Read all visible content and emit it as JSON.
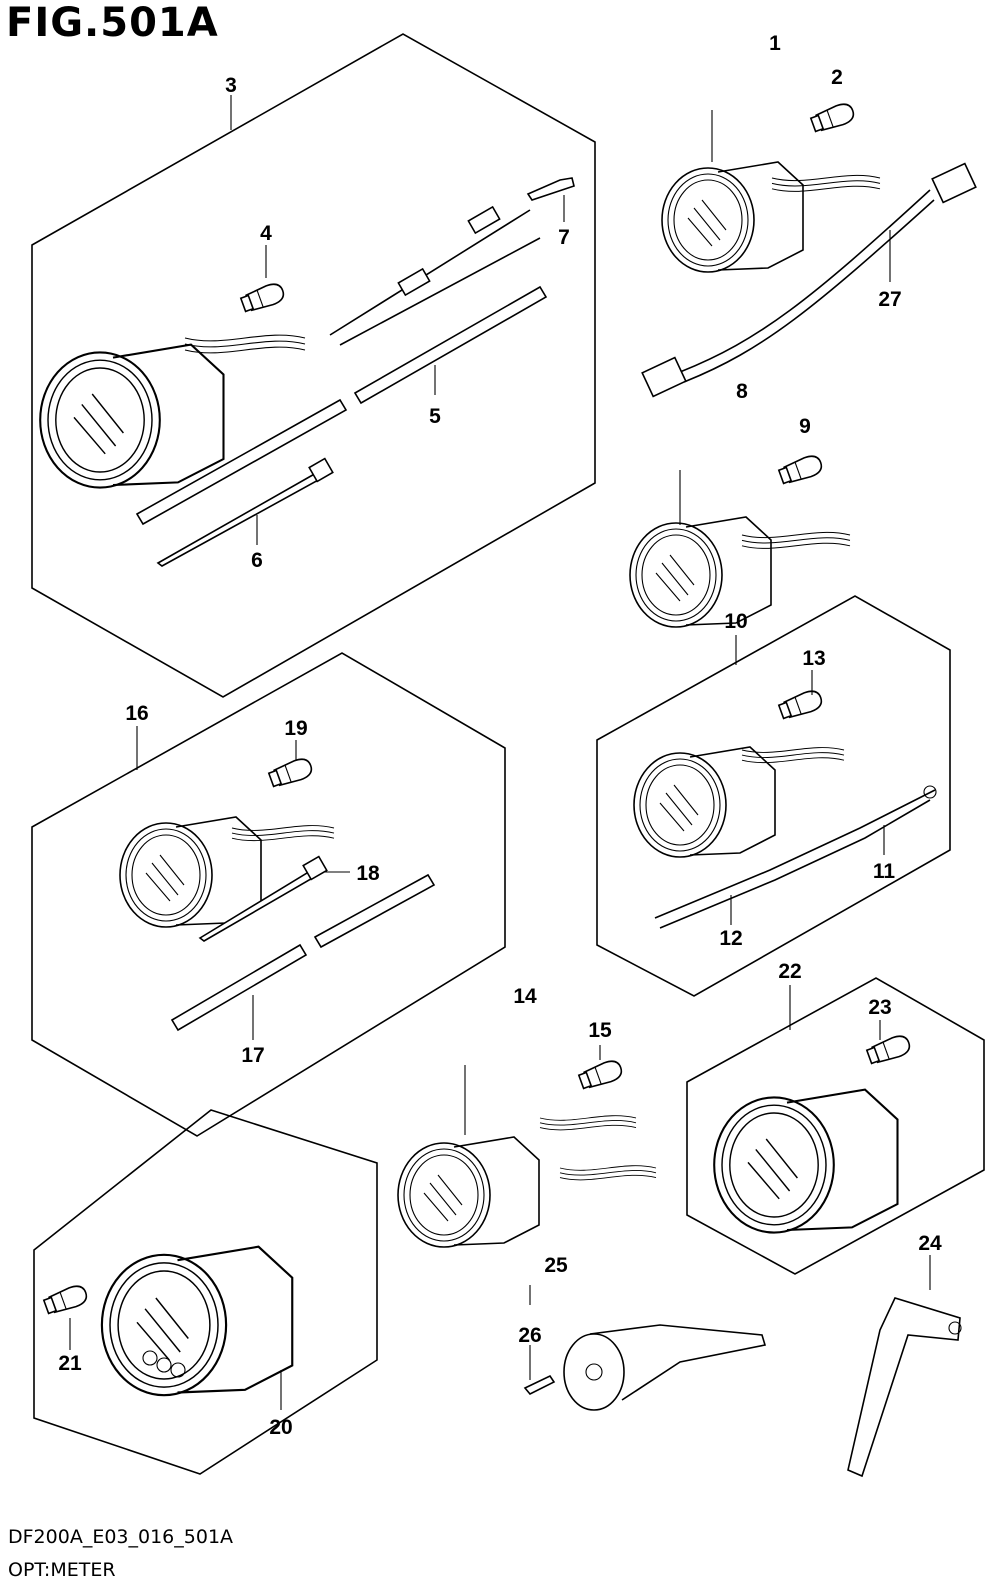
{
  "figure_title": "FIG.501A",
  "footer": {
    "code": "DF200A_E03_016_501A",
    "name": "OPT:METER"
  },
  "callouts": [
    "1",
    "2",
    "3",
    "4",
    "5",
    "6",
    "7",
    "8",
    "9",
    "10",
    "11",
    "12",
    "13",
    "14",
    "15",
    "16",
    "17",
    "18",
    "19",
    "20",
    "21",
    "22",
    "23",
    "24",
    "25",
    "26",
    "27"
  ],
  "icons": [
    "gauge-icon",
    "bulb-icon",
    "harness-icon",
    "tube-icon",
    "cable-tie-icon",
    "trim-sender-icon",
    "pitot-pickup-icon",
    "screw-icon"
  ]
}
